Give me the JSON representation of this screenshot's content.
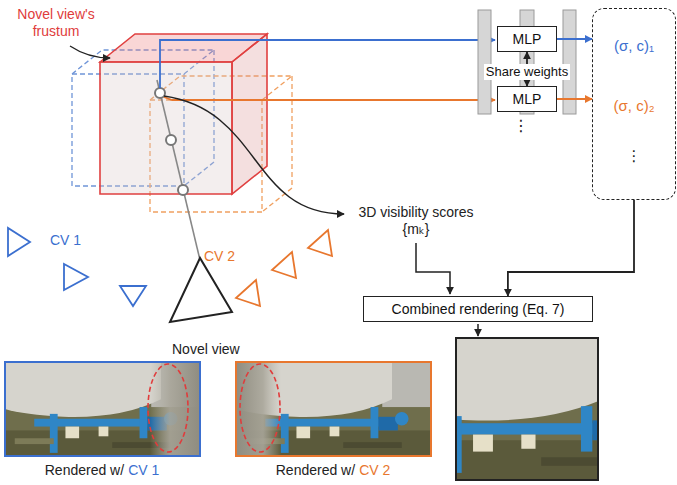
{
  "diagram": {
    "nodes": [
      {
        "text": [
          "MLP"
        ]
      },
      {
        "text": [
          "MLP"
        ]
      },
      {
        "text": [
          "(σ, c)₁",
          "(σ, c)₂",
          "⋮"
        ]
      },
      {
        "text": [
          "Combined rendering (Eq. 7)"
        ]
      }
    ],
    "edges": [
      {
        "from": 0,
        "to": 2,
        "arrow": "to"
      },
      {
        "from": 1,
        "to": 2,
        "arrow": "to"
      },
      {
        "from": 0,
        "to": 1,
        "arrow": "both",
        "label": "Share weights"
      },
      {
        "from": 2,
        "to": 3,
        "arrow": "to"
      }
    ],
    "labels": [
      "Novel view's frustum",
      "CV 1",
      "CV 2",
      "⋮",
      "3D visibility scores {mₖ}",
      "Novel view",
      "Rendered w/",
      "CV 1",
      "Rendered w/",
      "CV 2"
    ]
  }
}
